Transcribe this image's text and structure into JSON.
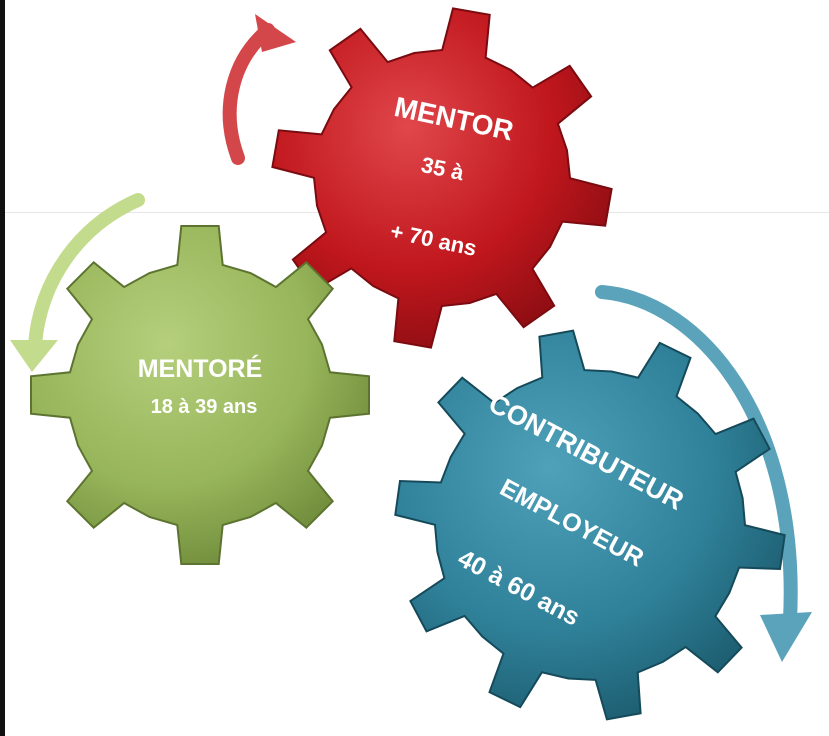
{
  "gears": {
    "mentor": {
      "title": "MENTOR",
      "line2": "35 à",
      "line3": "+ 70 ans",
      "color": "#c0171d"
    },
    "mentore": {
      "title": "MENTORÉ",
      "line2": "18 à 39 ans",
      "color": "#97b55a"
    },
    "contributeur": {
      "title": "CONTRIBUTEUR",
      "line2": "EMPLOYEUR",
      "line3": "40 à 60 ans",
      "color": "#2f8199"
    }
  },
  "arrows": {
    "red": "#d3464a",
    "green": "#c3db8c",
    "blue": "#5aa3ba"
  }
}
